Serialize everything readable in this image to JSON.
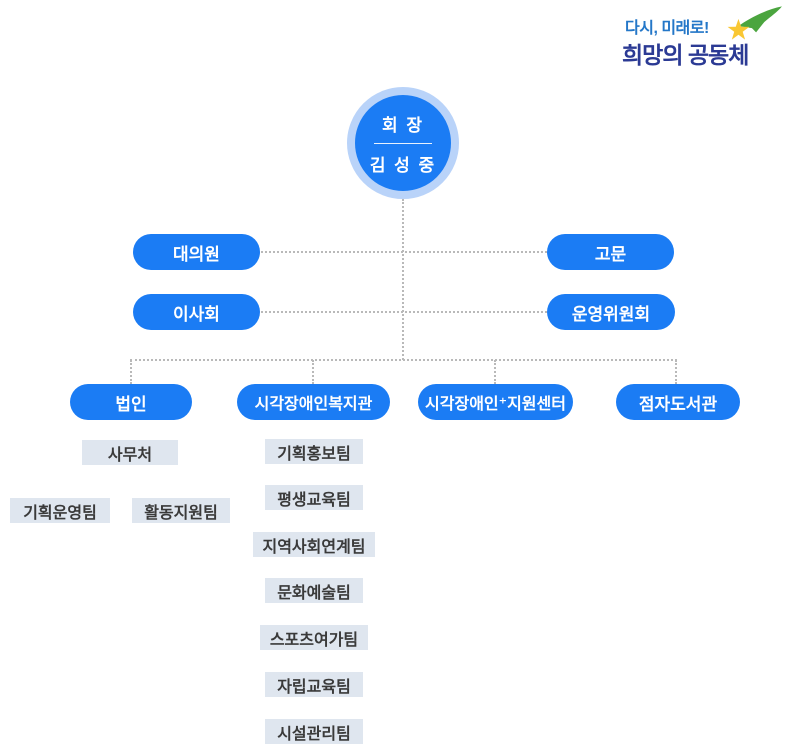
{
  "logo": {
    "tagline": "다시, 미래로!",
    "name": "희망의 공동체",
    "icon": "shooting-star",
    "tagline_color": "#2477c8",
    "name_color": "#2b3a94",
    "star_color": "#f9c733",
    "comet_color": "#4ba53f"
  },
  "chairman": {
    "title": "회 장",
    "name": "김 성 중"
  },
  "councils": {
    "left": [
      "대의원",
      "이사회"
    ],
    "right": [
      "고문",
      "운영위원회"
    ]
  },
  "branches": [
    "법인",
    "시각장애인복지관",
    "시각장애인⁺지원센터",
    "점자도서관"
  ],
  "departments": {
    "corporation": [
      "사무처",
      "기획운영팀",
      "활동지원팀"
    ],
    "welfare_center": [
      "기획홍보팀",
      "평생교육팀",
      "지역사회연계팀",
      "문화예술팀",
      "스포츠여가팀",
      "자립교육팀",
      "시설관리팀"
    ]
  },
  "colors": {
    "primary_blue": "#1b7cf4",
    "circle_ring_blue": "#b9d3f9",
    "team_box_bg": "#dfe6ef",
    "team_box_text": "#3a3a3a",
    "connector_gray": "#b9b9b9"
  }
}
